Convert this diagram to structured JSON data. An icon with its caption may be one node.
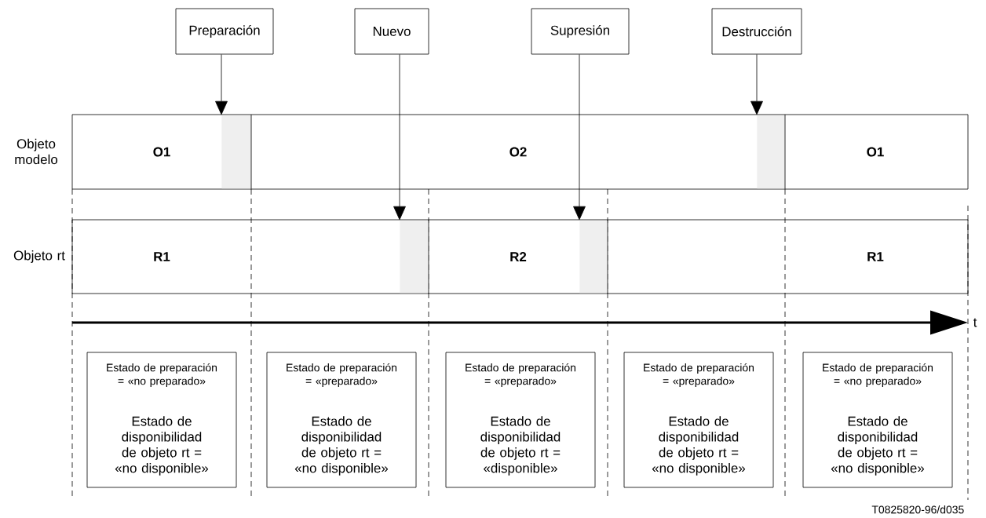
{
  "diagram": {
    "nodes": [
      {
        "text": [
          "Preparación"
        ]
      },
      {
        "text": [
          "Nuevo"
        ]
      },
      {
        "text": [
          "Supresión"
        ]
      },
      {
        "text": [
          "Destrucción"
        ]
      },
      {
        "text": [
          "O1",
          "O2",
          "O1"
        ],
        "beside": [
          "Objeto modelo"
        ]
      },
      {
        "text": [],
        "shape": "box",
        "in": 4
      },
      {
        "text": [],
        "shape": "box",
        "in": 4
      },
      {
        "text": [
          "R1",
          "R2",
          "R1"
        ],
        "beside": [
          "Objeto rt"
        ]
      },
      {
        "text": [],
        "shape": "box",
        "in": 7
      },
      {
        "text": [],
        "shape": "box",
        "in": 7
      },
      {
        "text": [
          "Estado de preparación = «no preparado»",
          "Estado de disponibilidad de objeto rt = «no disponible»"
        ]
      },
      {
        "text": [
          "Estado de preparación = «preparado»",
          "Estado de disponibilidad de objeto rt = «no disponible»"
        ]
      },
      {
        "text": [
          "Estado de preparación = «preparado»",
          "Estado de disponibilidad de objeto rt = «disponible»"
        ]
      },
      {
        "text": [
          "Estado de preparación = «preparado»",
          "Estado de disponibilidad de objeto rt = «no disponible»"
        ]
      },
      {
        "text": [
          "Estado de preparación = «no preparado»",
          "Estado de disponibilidad de objeto rt = «no disponible»"
        ]
      }
    ],
    "edges": [
      {
        "from": 0,
        "to": 5,
        "arrow": "to"
      },
      {
        "from": 1,
        "to": 8,
        "arrow": "to"
      },
      {
        "from": 2,
        "to": 9,
        "arrow": "to"
      },
      {
        "from": 3,
        "to": 6,
        "arrow": "to"
      }
    ],
    "labels": [
      "t",
      "T0825820-96/d035"
    ]
  }
}
